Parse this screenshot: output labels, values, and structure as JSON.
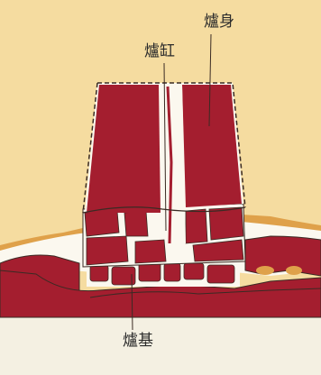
{
  "labels": {
    "furnace_body": "爐身",
    "furnace_vat": "爐缸",
    "furnace_base": "爐基"
  },
  "colors": {
    "background": "#f5dca0",
    "ground": "#f4f0e2",
    "brick": "#a41e2f",
    "mortar_white": "#fbf8ef",
    "clay_orange": "#dfa14a",
    "line": "#3a2b24"
  }
}
